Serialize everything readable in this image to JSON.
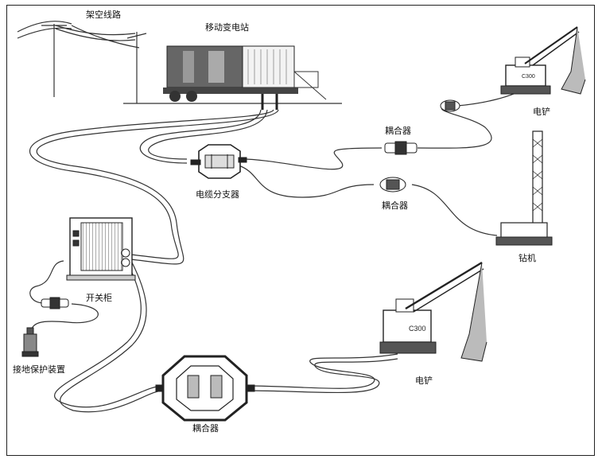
{
  "labels": {
    "overhead_line": "架空线路",
    "mobile_substation": "移动变电站",
    "coupler": "耦合器",
    "cable_splitter": "电缆分支器",
    "shovel": "电铲",
    "drill": "钻机",
    "switchgear": "开关柜",
    "ground_protection": "接地保护装置"
  },
  "equipment_marks": {
    "shovel_model": "C300"
  }
}
